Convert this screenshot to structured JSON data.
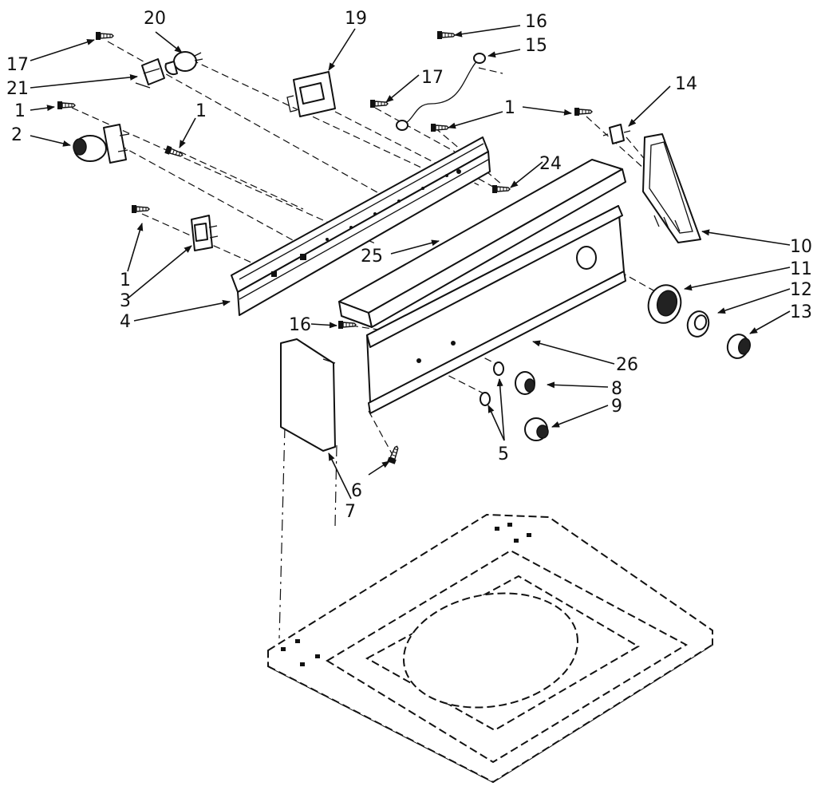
{
  "labels": {
    "l1a": "1",
    "l1b": "1",
    "l1c": "1",
    "l1d": "1",
    "l2": "2",
    "l3": "3",
    "l4": "4",
    "l5": "5",
    "l6": "6",
    "l7": "7",
    "l8": "8",
    "l9": "9",
    "l10": "10",
    "l11": "11",
    "l12": "12",
    "l13": "13",
    "l14": "14",
    "l15": "15",
    "l16a": "16",
    "l16b": "16",
    "l17a": "17",
    "l17b": "17",
    "l19": "19",
    "l20": "20",
    "l21": "21",
    "l24": "24",
    "l25": "25",
    "l26": "26"
  },
  "colors": {
    "ink": "#111111",
    "paper": "#ffffff"
  },
  "icons": {
    "arrowhead": "filled-triangle",
    "screw": "screw-icon"
  }
}
